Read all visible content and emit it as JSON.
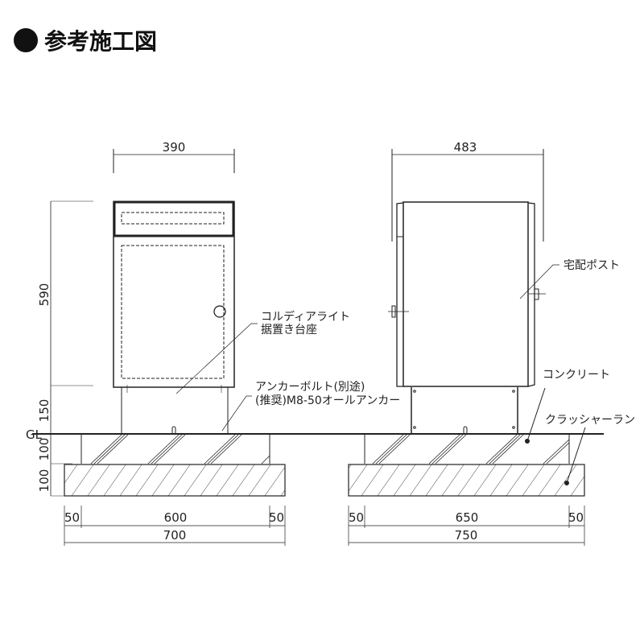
{
  "title": "参考施工図",
  "title_bullet_color": "#111111",
  "front_view": {
    "width_dim": "390",
    "height_dim": "590",
    "stand_dim": "150",
    "concrete_dim": "100",
    "crusher_dim": "100",
    "bottom_dims": [
      "50",
      "600",
      "50"
    ],
    "total_dim": "700"
  },
  "side_view": {
    "width_dim": "483",
    "bottom_dims": [
      "50",
      "650",
      "50"
    ],
    "total_dim": "750"
  },
  "gl_label": "GL",
  "labels": {
    "stand_line1": "コルディアライト",
    "stand_line2": "据置き台座",
    "anchor_line1": "アンカーボルト(別途)",
    "anchor_line2": "(推奨)M8-50オールアンカー",
    "post": "宅配ポスト",
    "concrete": "コンクリート",
    "crusher": "クラッシャーラン"
  }
}
